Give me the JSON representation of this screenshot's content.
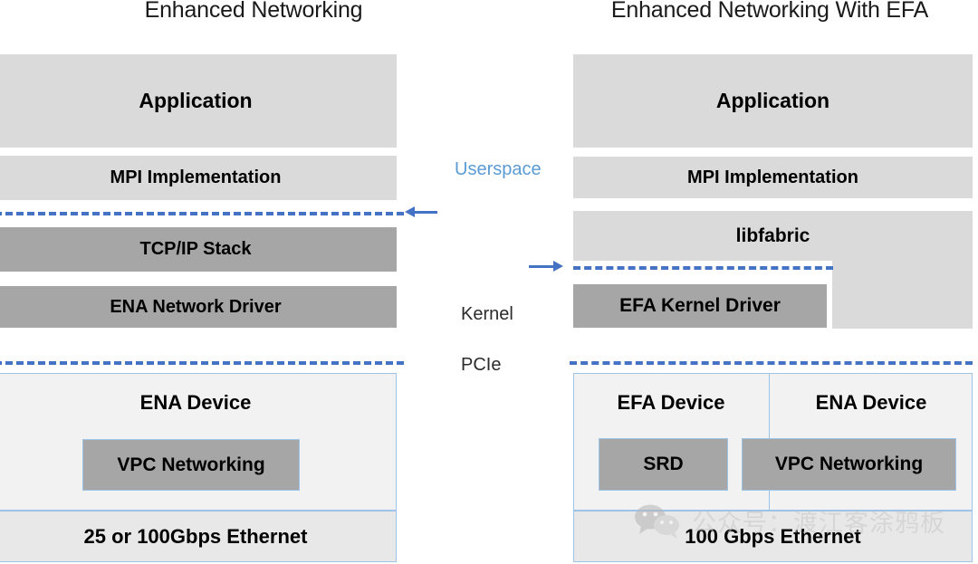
{
  "diagram": {
    "left_panel": {
      "title": "Enhanced Networking",
      "layers": [
        {
          "label": "Application",
          "tone": "light"
        },
        {
          "label": "MPI Implementation",
          "tone": "light"
        },
        {
          "label": "TCP/IP Stack",
          "tone": "dark"
        },
        {
          "label": "ENA Network Driver",
          "tone": "dark"
        }
      ],
      "device": {
        "name": "ENA Device",
        "chips": [
          "VPC Networking"
        ],
        "link": "25 or 100Gbps  Ethernet"
      }
    },
    "right_panel": {
      "title": "Enhanced Networking With EFA",
      "layers": [
        {
          "label": "Application",
          "tone": "light"
        },
        {
          "label": "MPI Implementation",
          "tone": "light"
        },
        {
          "label": "libfabric",
          "tone": "light"
        },
        {
          "label": "EFA Kernel Driver",
          "tone": "dark"
        }
      ],
      "device": {
        "names": [
          "EFA Device",
          "ENA Device"
        ],
        "chips": [
          "SRD",
          "VPC Networking"
        ],
        "link": "100 Gbps  Ethernet"
      }
    },
    "boundaries": [
      {
        "name": "userspace",
        "label": "Userspace",
        "color": "#5b9bd5"
      },
      {
        "name": "kernel",
        "label": "Kernel",
        "color": "#2b2b2b"
      },
      {
        "name": "pcie",
        "label": "PCIe",
        "color": "#2b2b2b"
      }
    ],
    "colors": {
      "box_light": "#dadada",
      "box_dark": "#a6a6a6",
      "dashed_line": "#4472c4",
      "device_border": "#9dc3e6",
      "device_fill": "#f2f2f2",
      "band_fill": "#e8e8e8",
      "userspace_text": "#5b9bd5"
    },
    "watermark": {
      "text": "公众号：渡江客涂鸦板",
      "icon": "wechat-icon"
    }
  }
}
